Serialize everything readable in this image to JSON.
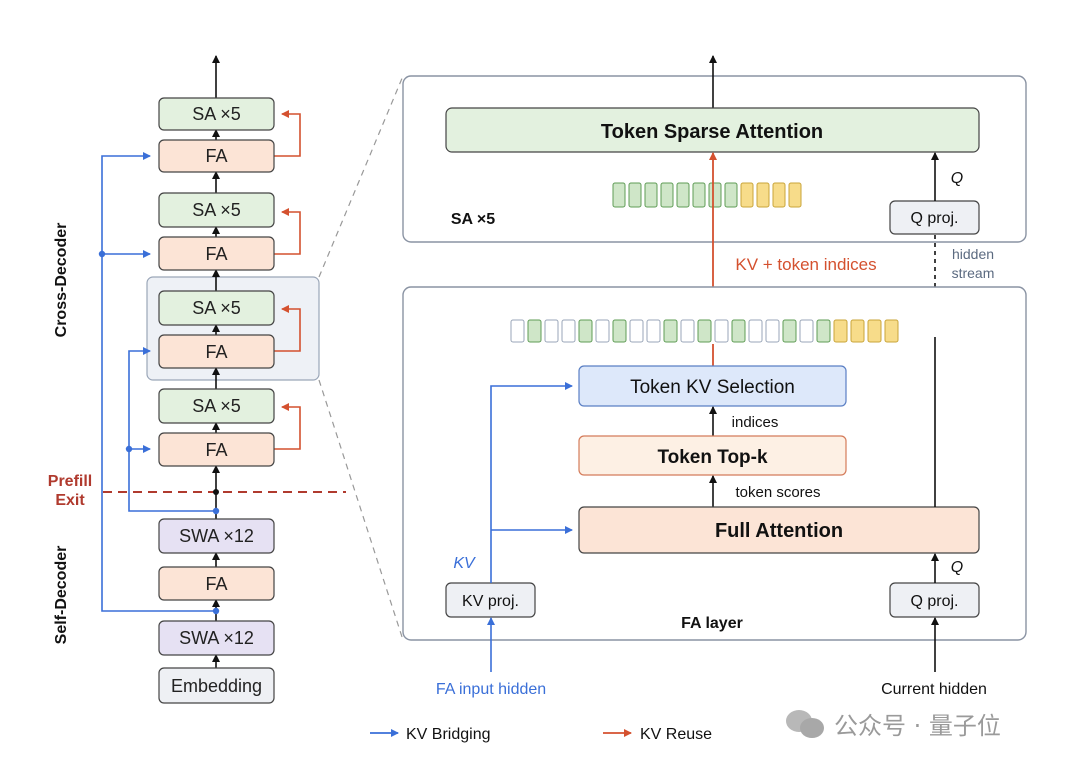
{
  "stack": {
    "cross_decoder_label": "Cross-Decoder",
    "self_decoder_label": "Self-Decoder",
    "prefill_exit_line1": "Prefill",
    "prefill_exit_line2": "Exit",
    "sa_label": "SA ×5",
    "fa_label": "FA",
    "swa_label": "SWA ×12",
    "embedding_label": "Embedding"
  },
  "sa_panel": {
    "title": "Token Sparse Attention",
    "layer_label": "SA ×5",
    "q_label": "Q",
    "q_proj_label": "Q proj.",
    "hidden_stream_line1": "hidden",
    "hidden_stream_line2": "stream",
    "kv_indices_label": "KV + token indices",
    "token_strip": [
      "green",
      "green",
      "green",
      "green",
      "green",
      "green",
      "green",
      "green",
      "yellow",
      "yellow",
      "yellow",
      "yellow"
    ]
  },
  "fa_panel": {
    "layer_label": "FA layer",
    "kv_selection_label": "Token KV Selection",
    "indices_label": "indices",
    "topk_label": "Token Top-k",
    "token_scores_label": "token scores",
    "full_attention_label": "Full Attention",
    "kv_label": "KV",
    "kv_proj_label": "KV proj.",
    "q_label": "Q",
    "q_proj_label": "Q proj.",
    "fa_input_label": "FA input hidden",
    "current_hidden_label": "Current hidden",
    "token_strip": [
      "white",
      "green",
      "white",
      "white",
      "green",
      "white",
      "green",
      "white",
      "white",
      "green",
      "white",
      "green",
      "white",
      "green",
      "white",
      "white",
      "green",
      "white",
      "green",
      "yellow",
      "yellow",
      "yellow",
      "yellow"
    ]
  },
  "legend": {
    "bridging_label": "KV Bridging",
    "reuse_label": "KV Reuse"
  },
  "watermark": "公众号 · 量子位",
  "colors": {
    "bridging": "#3a6fd8",
    "reuse": "#d4512f",
    "prefill": "#b03a2e",
    "green_fill": "#e3f1df",
    "orange_fill": "#fce4d6",
    "purple_fill": "#e6e1f3",
    "gray_fill": "#eef0f4",
    "blue_fill": "#dde8fa",
    "topk_fill": "#fdf0e4",
    "token_green": "#cfe6c8",
    "token_yellow": "#f7dc8a"
  }
}
